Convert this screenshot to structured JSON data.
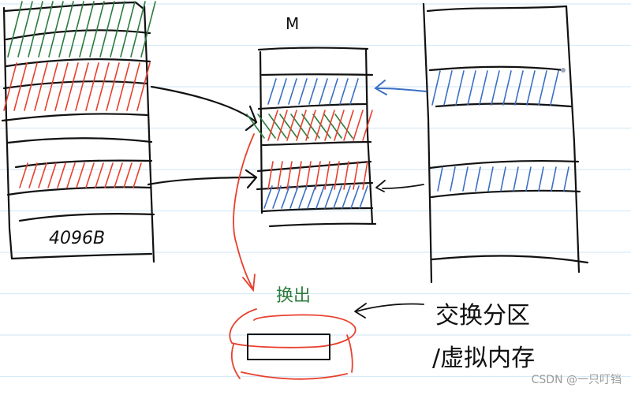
{
  "diagram": {
    "title": "Virtual memory paging and swap",
    "labels": {
      "physical_memory": "M",
      "page_size": "4096B",
      "swap_out": "换出",
      "swap_area": "交换分区",
      "virtual_memory": "/虚拟内存"
    },
    "colors": {
      "ink": "#111111",
      "red_process": "#e8402e",
      "green_process": "#2e7d3e",
      "blue_process": "#3a6fc4",
      "ruled_line": "#d6ebf7"
    },
    "columns": [
      {
        "name": "left-process-address-space",
        "pages": [
          "green",
          "red",
          "empty",
          "empty",
          "red",
          "empty",
          "empty"
        ]
      },
      {
        "name": "physical-memory-M",
        "frames": [
          "empty",
          "blue",
          "green-red",
          "empty",
          "red",
          "blue",
          "empty"
        ]
      },
      {
        "name": "right-process-address-space",
        "pages": [
          "empty",
          "blue",
          "empty",
          "blue",
          "empty"
        ]
      }
    ],
    "arrows": [
      {
        "from": "left-page-red-1",
        "to": "memory-frame-green-red",
        "color": "black"
      },
      {
        "from": "left-page-red-2",
        "to": "memory-frame-red",
        "color": "black"
      },
      {
        "from": "right-page-blue-1",
        "to": "memory-frame-blue-1",
        "color": "blue"
      },
      {
        "from": "right-page-blue-2",
        "to": "memory-frame-blue-2",
        "color": "black"
      },
      {
        "from": "memory",
        "to": "swap-disk",
        "label": "换出",
        "color": "red"
      },
      {
        "from": "swap-area-label",
        "to": "swap-disk",
        "color": "black"
      }
    ]
  },
  "watermark": "CSDN @一只叮铛"
}
